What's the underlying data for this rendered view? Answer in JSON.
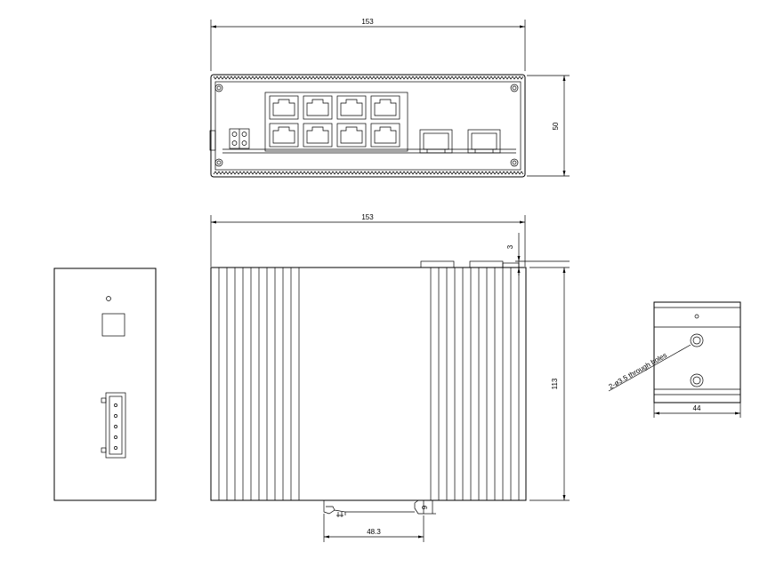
{
  "dimensions": {
    "top_width": "153",
    "top_height": "50",
    "front_width": "153",
    "front_offset": "3",
    "front_height": "113",
    "rail_offset": "9",
    "rail_width": "48.3",
    "bracket_width": "44",
    "bracket_screw_note": "2-ø3.5 through holes"
  },
  "counts": {
    "rj45_ports": 8,
    "sfp_ports": 2,
    "terminal_pins": 5
  }
}
